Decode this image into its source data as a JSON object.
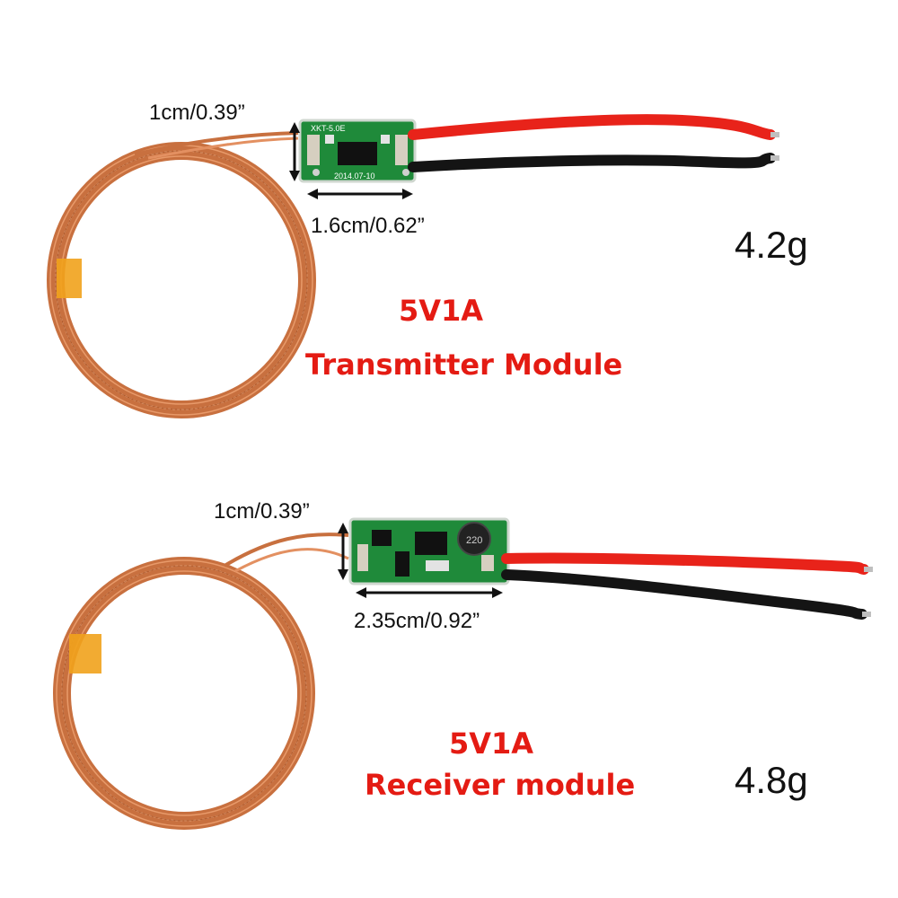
{
  "transmitter": {
    "voltage": "5V1A",
    "name": "Transmitter Module",
    "weight": "4.2g",
    "height_dim": "1cm/0.39”",
    "width_dim": "1.6cm/0.62”",
    "pcb_text_top": "XKT-5.0E",
    "pcb_text_bottom": "2014.07-10"
  },
  "receiver": {
    "voltage": "5V1A",
    "name": "Receiver module",
    "weight": "4.8g",
    "height_dim": "1cm/0.39”",
    "width_dim": "2.35cm/0.92”",
    "inductor_text": "220"
  },
  "colors": {
    "label_red": "#e41b13",
    "copper": "#d9804f",
    "pcb_green": "#1f8a3a",
    "wire_red": "#e8231a",
    "wire_black": "#141414"
  }
}
